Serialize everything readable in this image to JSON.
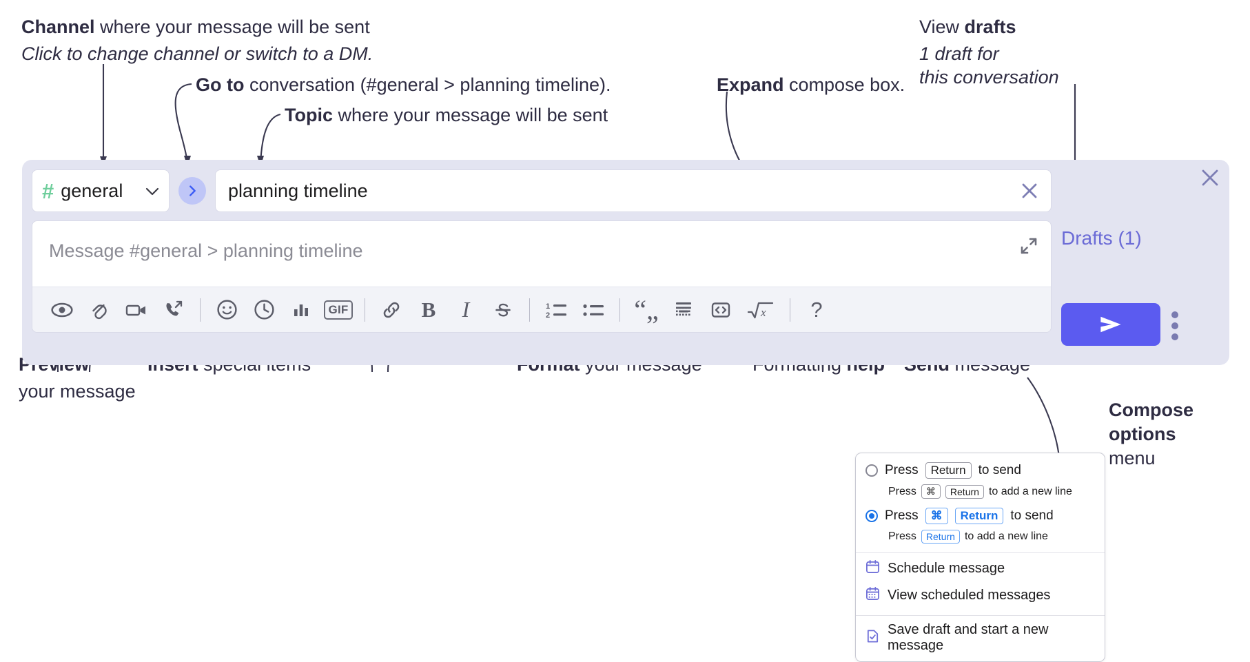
{
  "annotations": {
    "channel": {
      "bold": "Channel",
      "rest": " where your message will be sent",
      "italic": "Click to change channel or switch to a DM."
    },
    "goto": {
      "bold": "Go to",
      "rest": " conversation (#general > planning timeline)."
    },
    "topic": {
      "bold": "Topic",
      "rest": " where your message will be sent"
    },
    "expand": {
      "bold": "Expand",
      "rest": " compose box."
    },
    "drafts": {
      "bold_lead": "View ",
      "bold": "drafts",
      "italic1": "1 draft for",
      "italic2": "this conversation"
    },
    "preview": {
      "bold": "Preview",
      "rest": "your message"
    },
    "insert": {
      "bold": "Insert",
      "rest": " special items"
    },
    "format": {
      "bold": "Format",
      "rest": " your message"
    },
    "help": {
      "lead": "Formatting ",
      "bold": "help"
    },
    "send": {
      "bold": "Send",
      "rest": " message"
    },
    "compose_options": {
      "bold1": "Compose",
      "bold2": "options",
      "rest": "menu"
    }
  },
  "compose": {
    "channel_name": "general",
    "hash_symbol": "#",
    "topic_value": "planning timeline",
    "message_placeholder": "Message #general > planning timeline",
    "drafts_label": "Drafts (1)",
    "toolbar": [
      {
        "name": "preview-icon",
        "label": "Preview"
      },
      {
        "name": "attachment-icon",
        "label": "Attach file"
      },
      {
        "name": "video-icon",
        "label": "Record video clip"
      },
      {
        "name": "call-icon",
        "label": "Start call"
      },
      {
        "name": "divider",
        "label": ""
      },
      {
        "name": "emoji-icon",
        "label": "Emoji"
      },
      {
        "name": "clock-icon",
        "label": "Reminder"
      },
      {
        "name": "poll-icon",
        "label": "Poll"
      },
      {
        "name": "gif-icon",
        "label": "GIF"
      },
      {
        "name": "divider",
        "label": ""
      },
      {
        "name": "link-icon",
        "label": "Link"
      },
      {
        "name": "bold-icon",
        "label": "B"
      },
      {
        "name": "italic-icon",
        "label": "I"
      },
      {
        "name": "strikethrough-icon",
        "label": "S"
      },
      {
        "name": "divider",
        "label": ""
      },
      {
        "name": "ordered-list-icon",
        "label": "Ordered list"
      },
      {
        "name": "bulleted-list-icon",
        "label": "Bulleted list"
      },
      {
        "name": "divider",
        "label": ""
      },
      {
        "name": "blockquote-icon",
        "label": "Blockquote"
      },
      {
        "name": "code-block-icon",
        "label": "Code block"
      },
      {
        "name": "code-icon",
        "label": "Code"
      },
      {
        "name": "math-icon",
        "label": "Math"
      },
      {
        "name": "divider",
        "label": ""
      },
      {
        "name": "help-icon",
        "label": "?"
      }
    ]
  },
  "menu": {
    "option1": {
      "press": "Press",
      "key": "Return",
      "to_send": "to send",
      "sub_press": "Press",
      "sub_key1": "⌘",
      "sub_key2": "Return",
      "sub_rest": "to add a new line",
      "selected": false
    },
    "option2": {
      "press": "Press",
      "key1": "⌘",
      "key2": "Return",
      "to_send": "to send",
      "sub_press": "Press",
      "sub_key": "Return",
      "sub_rest": "to add a new line",
      "selected": true
    },
    "items": [
      {
        "icon": "calendar-schedule-icon",
        "label": "Schedule message"
      },
      {
        "icon": "calendar-view-icon",
        "label": "View scheduled messages"
      },
      {
        "icon": "save-draft-icon",
        "label": "Save draft and start a new message"
      }
    ]
  },
  "colors": {
    "send_button": "#5b5bf0",
    "drafts_text": "#6b6bd6",
    "hash_green": "#6fce9c",
    "compose_bg": "#e3e4f1",
    "goto_circle": "#bfc6f7",
    "menu_accent": "#1a73e8",
    "menu_icon_purple": "#6f6fd8"
  }
}
